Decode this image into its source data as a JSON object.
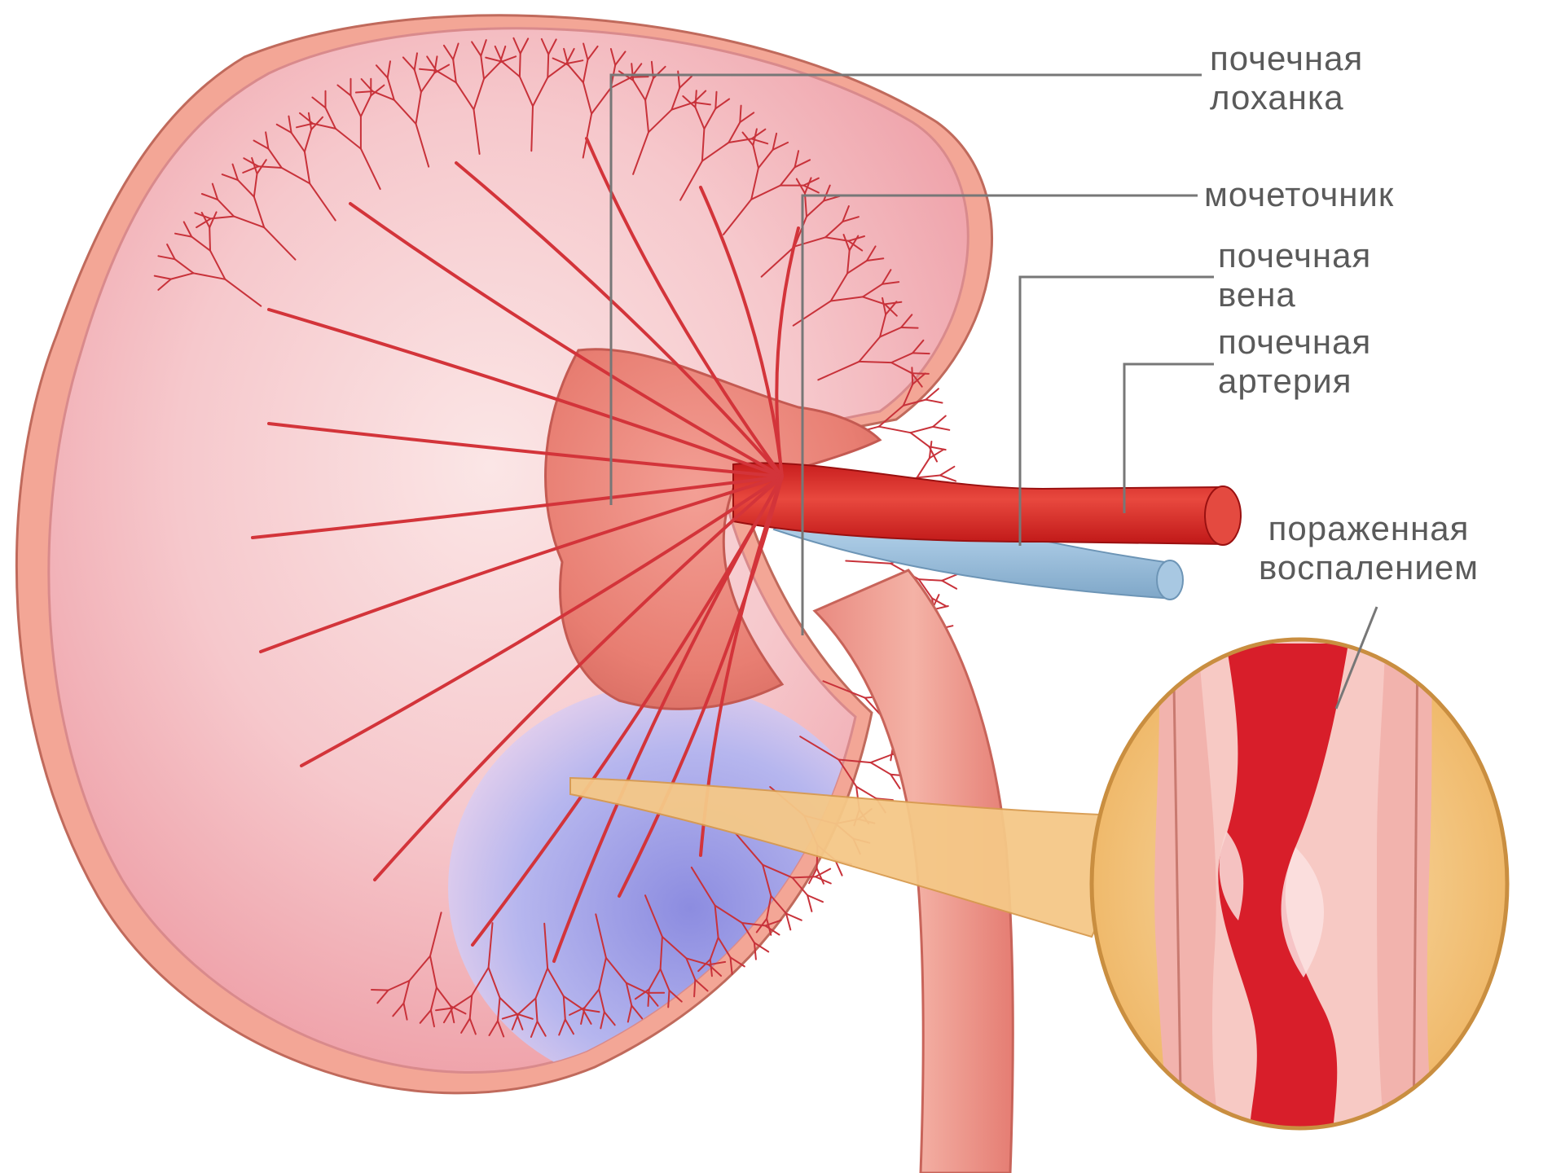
{
  "labels": {
    "pelvis": [
      "почечная",
      "лоханка"
    ],
    "ureter": "мочеточник",
    "vein": [
      "почечная",
      "вена"
    ],
    "artery": [
      "почечная",
      "артерия"
    ],
    "inflamed": [
      "пораженная",
      "воспалением"
    ]
  },
  "colors": {
    "line": "#777777",
    "text": "#5a5a5a",
    "artery": "#d42a2a",
    "vein": "#9cc0dc",
    "cortex": "#f2b6b9",
    "inflamed_zone": "#8f8fe0",
    "magnifier_fill": "#f3c784"
  },
  "icons": {
    "kidney": "kidney-illustration",
    "magnifier": "magnified-artery-inset"
  }
}
